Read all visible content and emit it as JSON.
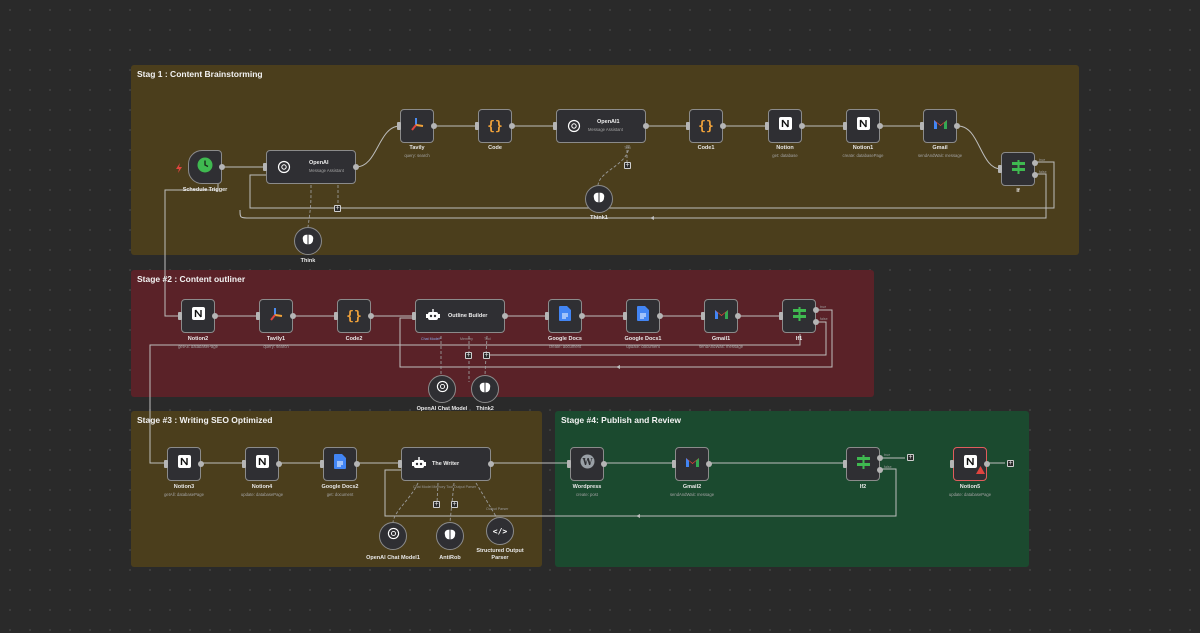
{
  "stages": {
    "s1": {
      "title": "Stag 1 : Content Brainstorming",
      "color": "#4b3e1c"
    },
    "s2": {
      "title": "Stage #2 : Content outliner",
      "color": "#5a2228"
    },
    "s3": {
      "title": "Stage #3 : Writing SEO Optimized",
      "color": "#4b3e1c"
    },
    "s4": {
      "title": "Stage #4: Publish and Review",
      "color": "#1b4a2f"
    }
  },
  "nodes": {
    "schedule": {
      "label": "Schedule Trigger",
      "icon": "clock-icon"
    },
    "openai": {
      "label": "OpenAI",
      "sub": "Message Assistant",
      "icon": "openai-icon"
    },
    "tavily": {
      "label": "Tavily",
      "sub": "query: search",
      "icon": "tavily-icon"
    },
    "code": {
      "label": "Code",
      "icon": "code-braces-icon"
    },
    "openai1": {
      "label": "OpenAI1",
      "sub": "Message Assistant",
      "icon": "openai-icon"
    },
    "code1": {
      "label": "Code1",
      "icon": "code-braces-icon"
    },
    "notion": {
      "label": "Notion",
      "sub": "get: database",
      "icon": "notion-icon"
    },
    "notion1": {
      "label": "Notion1",
      "sub": "create: databasePage",
      "icon": "notion-icon"
    },
    "gmail": {
      "label": "Gmail",
      "sub": "sendAndWait: message",
      "icon": "gmail-icon"
    },
    "if": {
      "label": "If",
      "icon": "if-icon"
    },
    "think1": {
      "label": "Think1",
      "icon": "brain-icon"
    },
    "think": {
      "label": "Think",
      "icon": "brain-icon"
    },
    "notion2": {
      "label": "Notion2",
      "sub": "getAll: databasePage",
      "icon": "notion-icon"
    },
    "tavily1": {
      "label": "Tavily1",
      "sub": "query: search",
      "icon": "tavily-icon"
    },
    "code2": {
      "label": "Code2",
      "icon": "code-braces-icon"
    },
    "outline": {
      "label": "Outline Builder",
      "icon": "robot-icon"
    },
    "gdocs": {
      "label": "Google Docs",
      "sub": "create: document",
      "icon": "google-docs-icon"
    },
    "gdocs1": {
      "label": "Google Docs1",
      "sub": "update: document",
      "icon": "google-docs-icon"
    },
    "gmail1": {
      "label": "Gmail1",
      "sub": "sendAndWait: message",
      "icon": "gmail-icon"
    },
    "if1": {
      "label": "If1",
      "icon": "if-icon"
    },
    "openaichat": {
      "label": "OpenAI Chat Model",
      "icon": "openai-icon"
    },
    "think2": {
      "label": "Think2",
      "icon": "brain-icon"
    },
    "notion3": {
      "label": "Notion3",
      "sub": "getAll: databasePage",
      "icon": "notion-icon"
    },
    "notion4": {
      "label": "Notion4",
      "sub": "update: databasePage",
      "icon": "notion-icon"
    },
    "gdocs2": {
      "label": "Google Docs2",
      "sub": "get: document",
      "icon": "google-docs-icon"
    },
    "writer": {
      "label": "The Writer",
      "icon": "robot-icon"
    },
    "openaichat1": {
      "label": "OpenAI Chat Model1",
      "icon": "openai-icon"
    },
    "antirob": {
      "label": "AntiRob",
      "icon": "brain-icon"
    },
    "structured": {
      "label": "Structured Output Parser",
      "icon": "code-tag-icon"
    },
    "wordpress": {
      "label": "Wordpress",
      "sub": "create: post",
      "icon": "wordpress-icon"
    },
    "gmail2": {
      "label": "Gmail2",
      "sub": "sendAndWait: message",
      "icon": "gmail-icon"
    },
    "if2": {
      "label": "If2",
      "icon": "if-icon"
    },
    "notion5": {
      "label": "Notion5",
      "sub": "update: databasePage",
      "icon": "notion-icon"
    }
  },
  "handles": {
    "true": "true",
    "false": "false",
    "chat_model": "Chat Model*",
    "memory": "Memory",
    "tool": "Tool",
    "output_parser": "Output Parser",
    "chat_memory_tool": "Chat Model Memory Tool Output Parser"
  },
  "colors": {
    "openai": "#ffffff",
    "tavily": "#4a8cf0",
    "code": "#f0a23a",
    "notion": "#ffffff",
    "gmail": "#ea4335",
    "if": "#3fb950",
    "gdocs": "#4285f4",
    "wordpress": "#9aa0a6",
    "trigger": "#3fb950",
    "warning": "#e0443e"
  }
}
